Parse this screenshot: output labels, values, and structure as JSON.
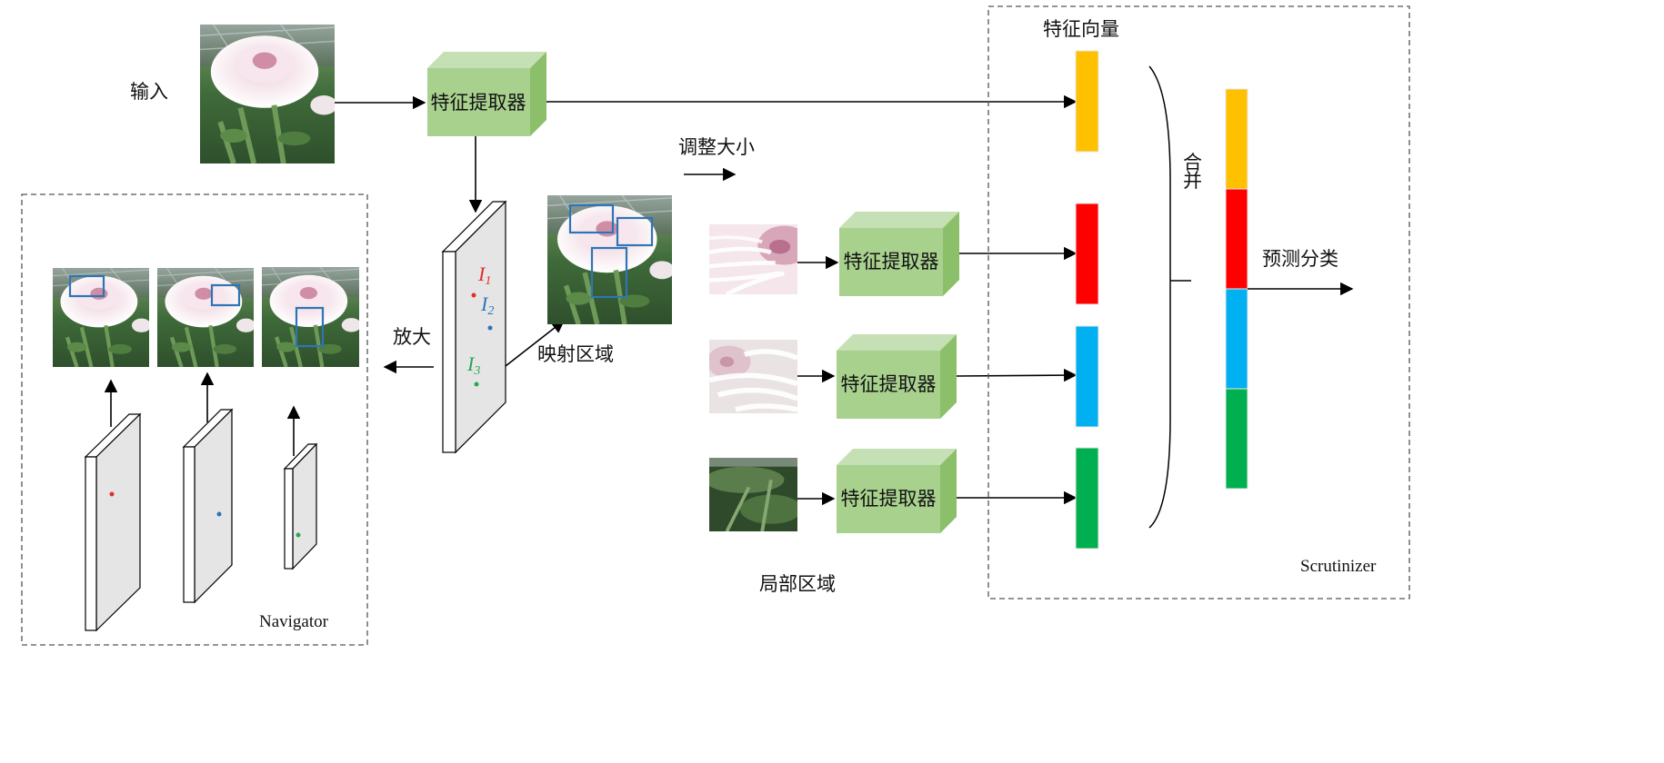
{
  "labels": {
    "input": "输入",
    "feature_extractor": "特征提取器",
    "feature_vector": "特征向量",
    "resize": "调整大小",
    "map_region": "映射区域",
    "enlarge": "放大",
    "local_region": "局部区域",
    "merge_line1": "合",
    "merge_line2": "并",
    "predict": "预测分类",
    "navigator": "Navigator",
    "scrutinizer": "Scrutinizer",
    "i1": "I",
    "i1_sub": "1",
    "i2": "I",
    "i2_sub": "2",
    "i3": "I",
    "i3_sub": "3"
  },
  "colors": {
    "box_front": "#a9d18e",
    "box_top": "#c5e0b4",
    "box_side": "#8cbf6a",
    "vec_yellow": "#ffc000",
    "vec_red": "#ff0000",
    "vec_blue": "#00b0f0",
    "vec_green": "#00b050",
    "region_box": "#2e75b6",
    "i1_color": "#e0302a",
    "i2_color": "#2e75b6",
    "i3_color": "#2aa84f",
    "panel_gray": "#e5e5e5"
  },
  "icons": {
    "photo": "flower-photo"
  }
}
